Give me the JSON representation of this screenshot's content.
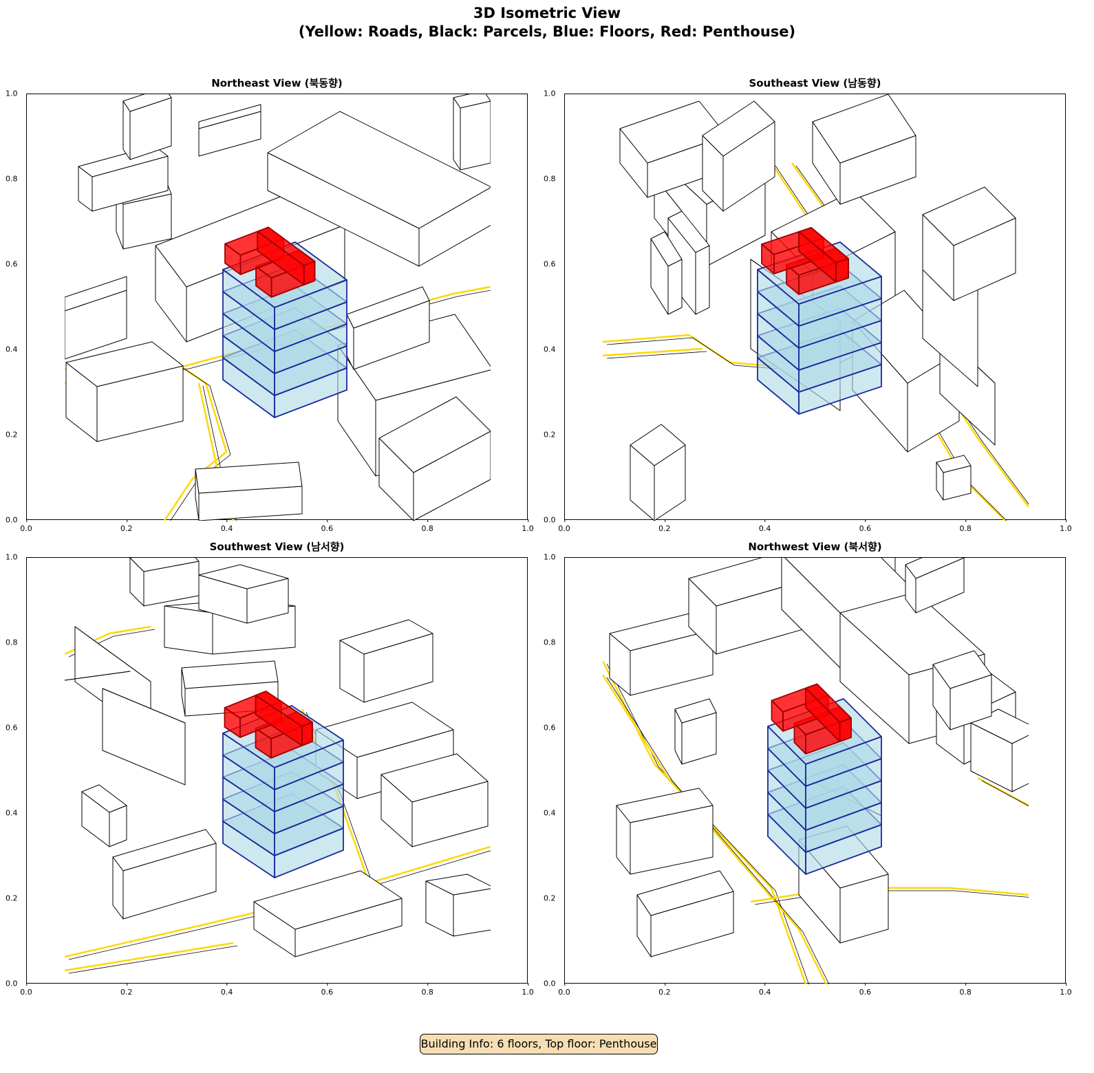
{
  "figure": {
    "title_line1": "3D Isometric View",
    "title_line2": "(Yellow: Roads, Black: Parcels, Blue: Floors, Red: Penthouse)"
  },
  "panels": [
    {
      "title": "Northeast View (북동향)"
    },
    {
      "title": "Southeast View (남동향)"
    },
    {
      "title": "Southwest View (남서향)"
    },
    {
      "title": "Northwest View (북서향)"
    }
  ],
  "axes": {
    "x_ticks": [
      "0.0",
      "0.2",
      "0.4",
      "0.6",
      "0.8",
      "1.0"
    ],
    "y_ticks": [
      "0.0",
      "0.2",
      "0.4",
      "0.6",
      "0.8",
      "1.0"
    ]
  },
  "colors": {
    "roads": "#ffd700",
    "parcels": "#000000",
    "floors": "#add8e6",
    "floor_edges": "#1a2a9c",
    "penthouse": "#ff0000"
  },
  "info_box": "Building Info: 6 floors, Top floor: Penthouse"
}
